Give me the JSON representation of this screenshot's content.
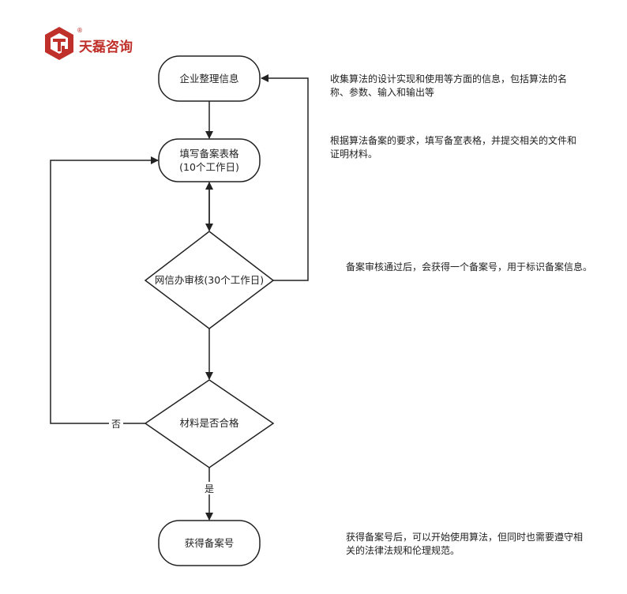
{
  "logo": {
    "text": "天磊咨询",
    "mark": "®",
    "brand_color": "#c0302a"
  },
  "colors": {
    "stroke": "#222222",
    "fill": "#ffffff",
    "text": "#222222"
  },
  "nodes": {
    "start": {
      "label": "企业整理信息",
      "shape": "rounded-rect"
    },
    "fill_form": {
      "line1": "填写备案表格",
      "line2": "(10个工作日)",
      "shape": "rounded-rect"
    },
    "review": {
      "label": "网信办审核(30个工作日)",
      "shape": "diamond"
    },
    "check": {
      "label": "材料是否合格",
      "shape": "diamond"
    },
    "end": {
      "label": "获得备案号",
      "shape": "rounded-rect"
    }
  },
  "edge_labels": {
    "no": "否",
    "yes": "是"
  },
  "notes": {
    "note1": "收集算法的设计实现和使用等方面的信息，包括算法的名称、参数、输入和输出等",
    "note2": "根据算法备案的要求，填写备室表格，并提交相关的文件和证明材料。",
    "note3": "备案审核通过后，会获得一个备案号，用于标识备案信息。",
    "note4": "获得备案号后，可以开始使用算法，但同时也需要遵守相关的法律法规和伦理规范。"
  }
}
